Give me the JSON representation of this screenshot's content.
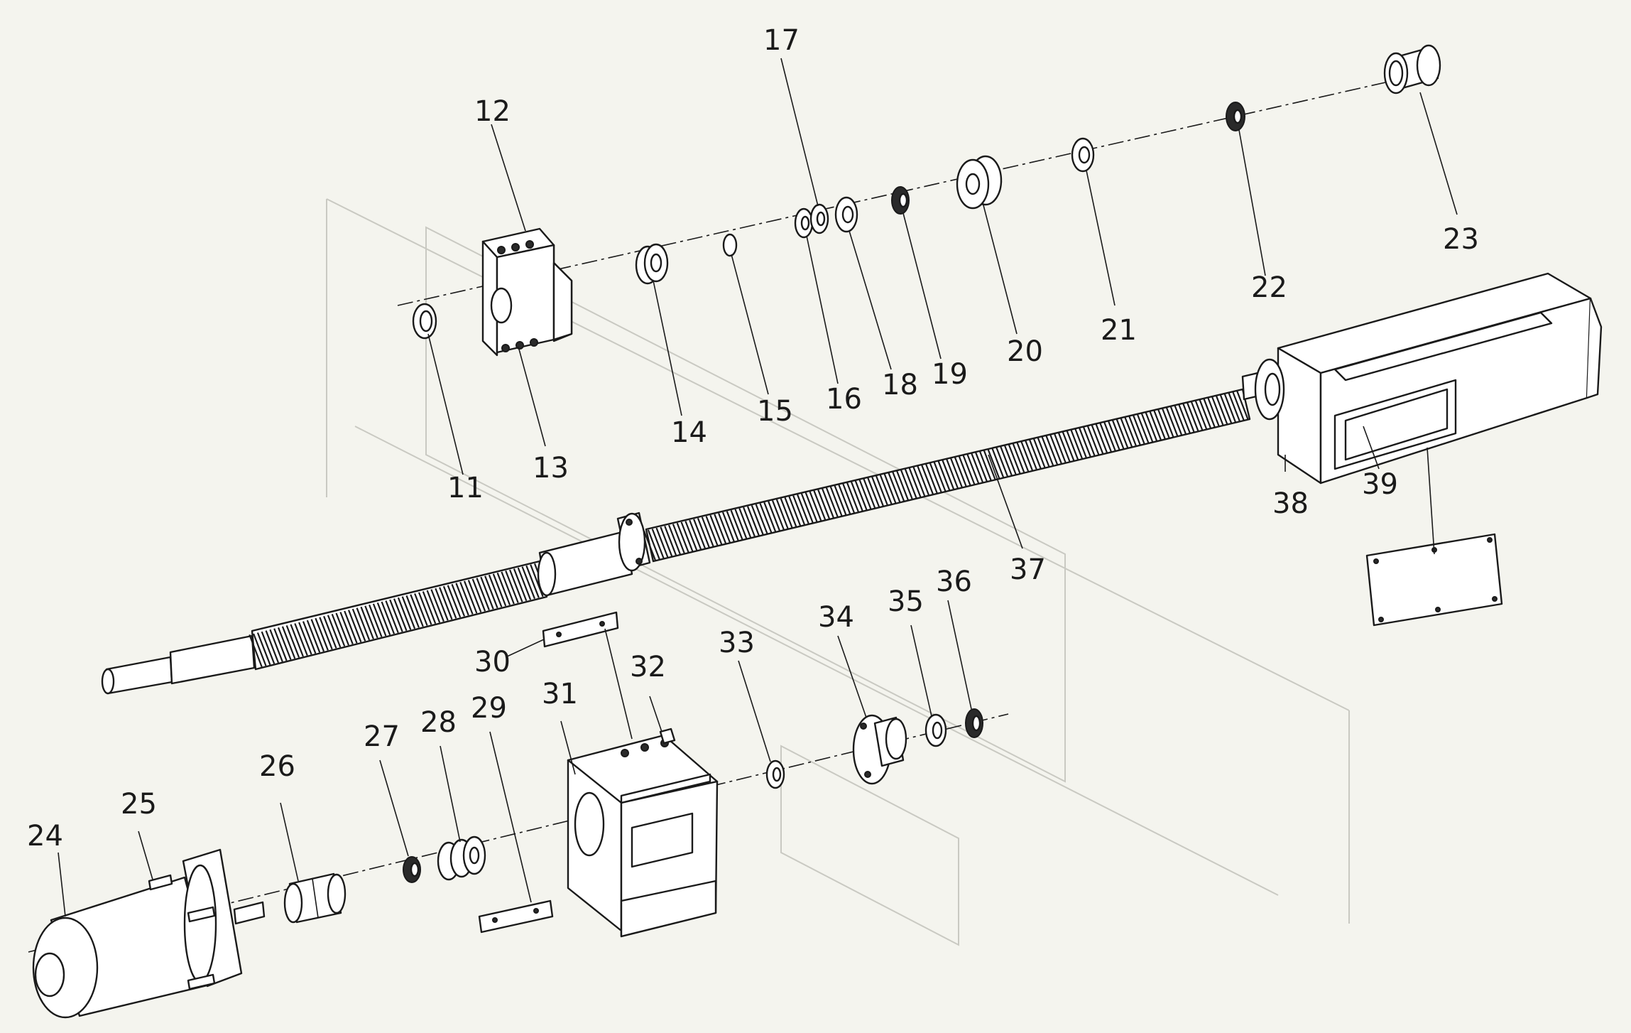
{
  "callouts": {
    "c11": "11",
    "c12": "12",
    "c13": "13",
    "c14": "14",
    "c15": "15",
    "c16": "16",
    "c17": "17",
    "c18": "18",
    "c19": "19",
    "c20": "20",
    "c21": "21",
    "c22": "22",
    "c23": "23",
    "c24": "24",
    "c25": "25",
    "c26": "26",
    "c27": "27",
    "c28": "28",
    "c29": "29",
    "c30": "30",
    "c31": "31",
    "c32": "32",
    "c33": "33",
    "c34": "34",
    "c35": "35",
    "c36": "36",
    "c37": "37",
    "c38": "38",
    "c39": "39"
  },
  "colors": {
    "background": "#f4f4ee",
    "ink": "#1a1a1a"
  }
}
